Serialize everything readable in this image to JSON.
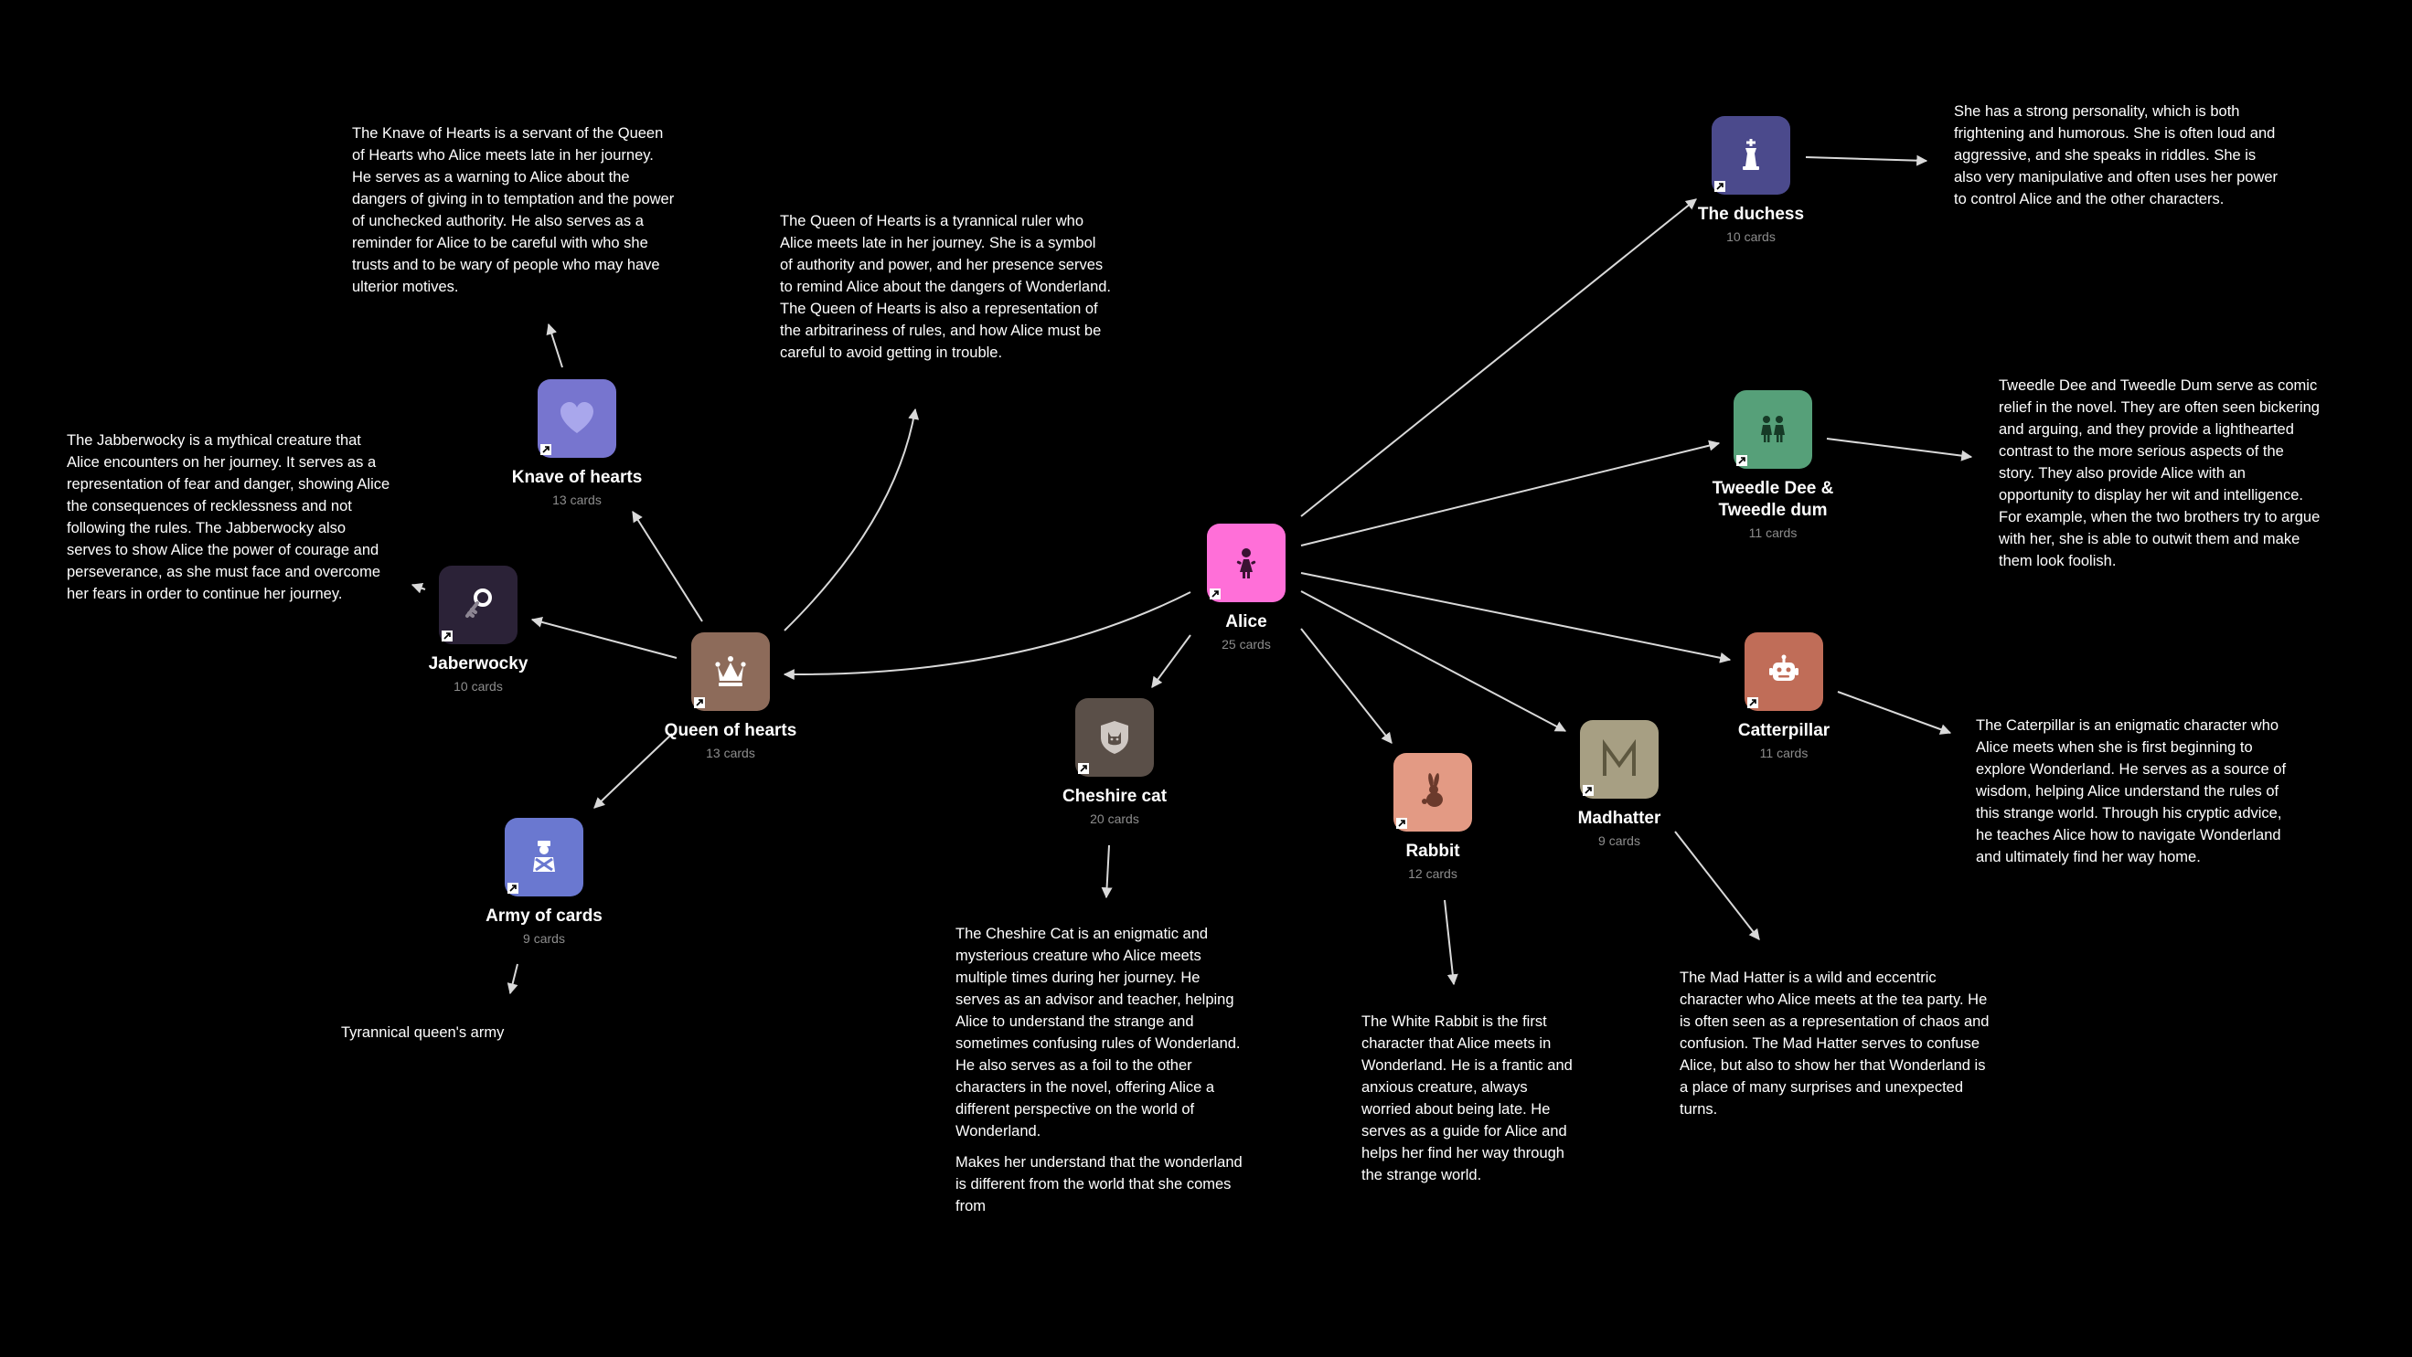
{
  "theme": {
    "background": "#000000",
    "edge_color": "#d9d9d9",
    "muted_text": "#8d8d8d"
  },
  "nodes": {
    "alice": {
      "name": "Alice",
      "cards": "25 cards",
      "icon": "child-figure-icon",
      "color": "#ff6fd8"
    },
    "duchess": {
      "name": "The duchess",
      "cards": "10 cards",
      "icon": "chess-king-icon",
      "color": "#4b4a8c"
    },
    "tweedle": {
      "name": "Tweedle Dee &\nTweedle dum",
      "name_line1": "Tweedle Dee &",
      "name_line2": "Tweedle dum",
      "cards": "11 cards",
      "icon": "twins-icon",
      "color": "#56a079"
    },
    "catterpillar": {
      "name": "Catterpillar",
      "cards": "11 cards",
      "icon": "robot-icon",
      "color": "#c06d58"
    },
    "madhatter": {
      "name": "Madhatter",
      "cards": "9 cards",
      "icon": "letter-m-icon",
      "color": "#a79f83"
    },
    "rabbit": {
      "name": "Rabbit",
      "cards": "12 cards",
      "icon": "rabbit-icon",
      "color": "#e39a84"
    },
    "cheshire": {
      "name": "Cheshire cat",
      "cards": "20 cards",
      "icon": "cat-shield-icon",
      "color": "#5a4f48"
    },
    "queen": {
      "name": "Queen of hearts",
      "cards": "13 cards",
      "icon": "crown-icon",
      "color": "#8d6b5a"
    },
    "knave": {
      "name": "Knave of hearts",
      "cards": "13 cards",
      "icon": "heart-icon",
      "color": "#7775cf"
    },
    "jaberwocky": {
      "name": "Jaberwocky",
      "cards": "10 cards",
      "icon": "key-icon",
      "color": "#2b2237"
    },
    "army": {
      "name": "Army of cards",
      "cards": "9 cards",
      "icon": "soldier-icon",
      "color": "#6a78d0"
    }
  },
  "descriptions": {
    "knave": "The Knave of Hearts is a servant of the Queen of Hearts who Alice meets late in her journey. He serves as a warning to Alice about the dangers of giving in to temptation and the power of unchecked authority. He also serves as a reminder for Alice to be careful with who she trusts and to be wary of people who may have ulterior motives.",
    "queen": "The Queen of Hearts is a tyrannical ruler who Alice meets late in her journey. She is a symbol of authority and power, and her presence serves to remind Alice about the dangers of Wonderland. The Queen of Hearts is also a representation of the arbitrariness of rules, and how Alice must be careful to avoid getting in trouble.",
    "jaberwocky": "The Jabberwocky is a mythical creature that Alice encounters on her journey. It serves as a representation of fear and danger, showing Alice the consequences of recklessness and not following the rules. The Jabberwocky also serves to show Alice the power of courage and perseverance, as she must face and overcome her fears in order to continue her journey.",
    "army": "Tyrannical queen's army",
    "cheshire": "The Cheshire Cat is an enigmatic and mysterious creature who Alice meets multiple times during her journey. He serves as an advisor and teacher, helping Alice to understand the strange and sometimes confusing rules of Wonderland. He also serves as a foil to the other characters in the novel, offering Alice a different perspective on the world of Wonderland.",
    "cheshire_note": "Makes her understand that the wonderland is different from the world that she comes from",
    "rabbit": "The White Rabbit is the first character that Alice meets in Wonderland. He is a frantic and anxious creature, always worried about being late. He serves as a guide for Alice and helps her find her way through the strange world.",
    "madhatter": "The Mad Hatter is a wild and eccentric character who Alice meets at the tea party. He is often seen as a representation of chaos and confusion. The Mad Hatter serves to confuse Alice, but also to show her that Wonderland is a place of many surprises and unexpected turns.",
    "catterpillar": "The Caterpillar is an enigmatic character who Alice meets when she is first beginning to explore Wonderland. He serves as a source of wisdom, helping Alice understand the rules of this strange world. Through his cryptic advice, he teaches Alice how to navigate Wonderland and ultimately find her way home.",
    "tweedle": "Tweedle Dee and Tweedle Dum serve as comic relief in the novel. They are often seen bickering and arguing, and they provide a lighthearted contrast to the more serious aspects of the story. They also provide Alice with an opportunity to display her wit and intelligence. For example, when the two brothers try to argue with her, she is able to outwit them and make them look foolish.",
    "duchess": "She has a strong personality, which is both frightening and humorous. She is often loud and aggressive, and she speaks in riddles. She is also very manipulative and often uses her power to control Alice and the other characters."
  }
}
